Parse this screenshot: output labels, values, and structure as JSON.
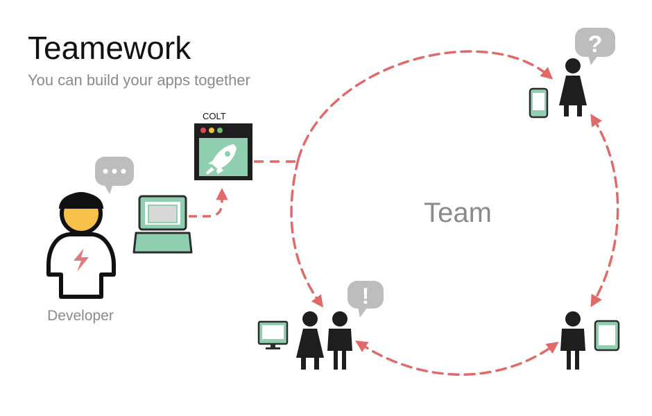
{
  "header": {
    "title": "Teamework",
    "subtitle": "You can build your apps together"
  },
  "labels": {
    "app_name": "COLT",
    "developer": "Developer",
    "team": "Team"
  },
  "bubbles": {
    "developer": "...",
    "team_top_right": "?",
    "team_bottom_left": "!"
  },
  "colors": {
    "accent_green": "#8fcfaf",
    "dashed_red": "#e06a6a",
    "figure_dark": "#1e1e1e",
    "bubble_gray": "#bdbdbd",
    "face_yellow": "#f6c04a",
    "bolt_pink": "#e07b7b",
    "label_gray": "#8a8a8a"
  },
  "icons": [
    "laptop-icon",
    "colt-window-icon",
    "rocket-icon",
    "phone-icon",
    "monitor-icon",
    "tablet-icon",
    "person-icon",
    "speech-bubble-icon"
  ]
}
